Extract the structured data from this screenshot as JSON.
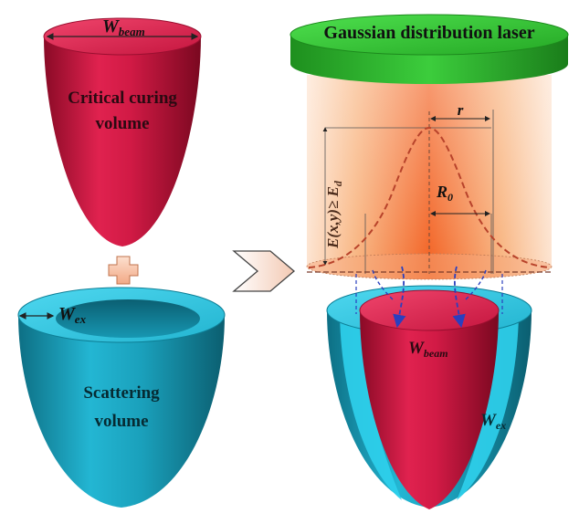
{
  "critical": {
    "width_symbol": "W",
    "width_subscript": "beam",
    "label_line1": "Critical curing",
    "label_line2": "volume"
  },
  "plus_symbol": "+",
  "scattering": {
    "width_symbol": "W",
    "width_subscript": "ex",
    "label_line1": "Scattering",
    "label_line2": "volume"
  },
  "laser": {
    "title": "Gaussian distribution laser",
    "energy_label": "E(x,y)≥ E",
    "energy_subscript": "d",
    "r_label": "r",
    "R_label": "R",
    "R_subscript": "0"
  },
  "combined": {
    "beam_symbol": "W",
    "beam_subscript": "beam",
    "ex_symbol": "W",
    "ex_subscript": "ex"
  },
  "colors": {
    "crimson": "#d11a45",
    "cyan": "#1fb8d6",
    "laser_green": "#2db82d",
    "gaussian_curve": "#c0392b",
    "arrow_blue": "#2a3fbf"
  }
}
